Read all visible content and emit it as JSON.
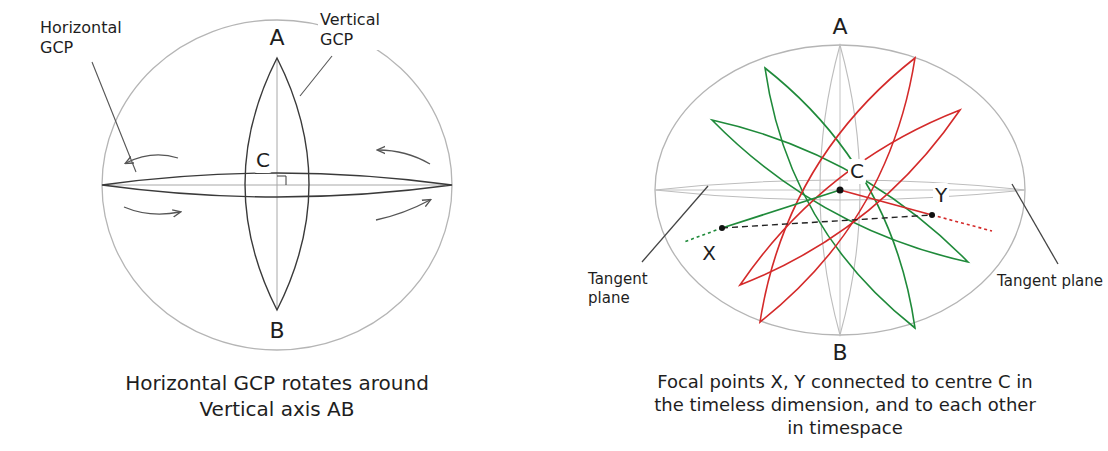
{
  "diagram": {
    "labels": [
      "A",
      "Horizontal GCP",
      "Vertical GCP",
      "C",
      "B",
      "Horizontal GCP rotates around Vertical axis AB",
      "A",
      "C",
      "X",
      "Y",
      "Tangent plane",
      "Tangent plane",
      "B",
      "Focal points X, Y connected to centre C in the timeless dimension, and to each other in timespace"
    ]
  }
}
